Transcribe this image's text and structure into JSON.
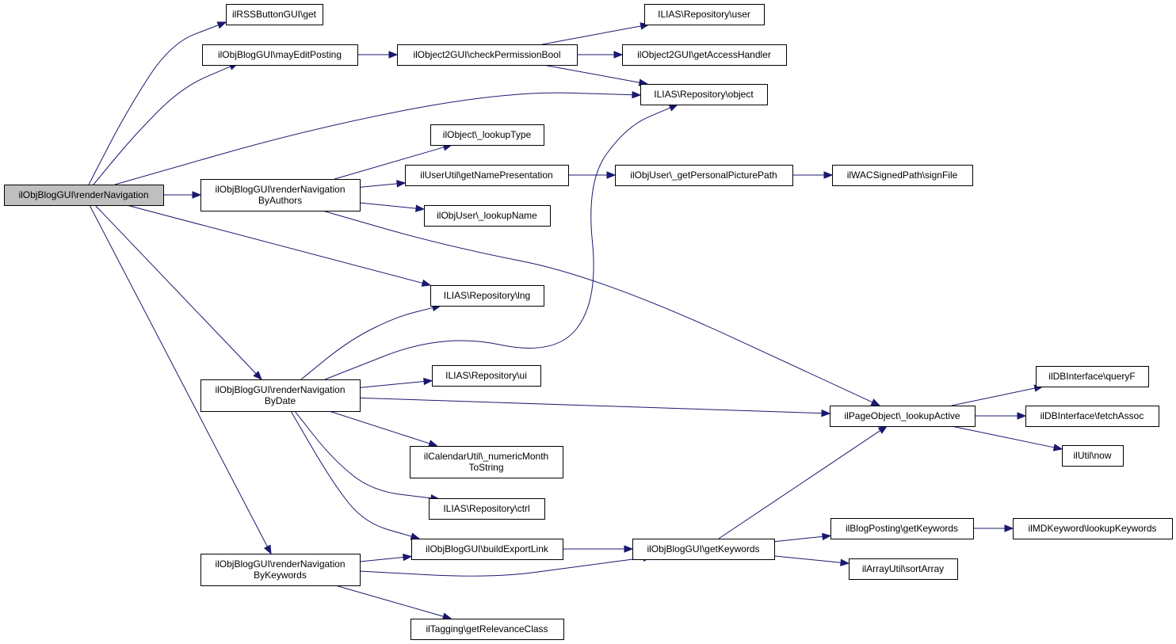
{
  "diagram": {
    "type": "call-graph",
    "colors": {
      "edge": "#191970",
      "root_fill": "#bfbfbf",
      "node_fill": "#ffffff",
      "border": "#000000"
    },
    "nodes": [
      {
        "id": "root",
        "lines": [
          "ilObjBlogGUI\\renderNavigation"
        ],
        "root": true
      },
      {
        "id": "rssget",
        "lines": [
          "ilRSSButtonGUI\\get"
        ]
      },
      {
        "id": "mayedit",
        "lines": [
          "ilObjBlogGUI\\mayEditPosting"
        ]
      },
      {
        "id": "checkperm",
        "lines": [
          "ilObject2GUI\\checkPermissionBool"
        ]
      },
      {
        "id": "repuser",
        "lines": [
          "ILIAS\\Repository\\user"
        ]
      },
      {
        "id": "accesshand",
        "lines": [
          "ilObject2GUI\\getAccessHandler"
        ]
      },
      {
        "id": "repobject",
        "lines": [
          "ILIAS\\Repository\\object"
        ]
      },
      {
        "id": "lookuptype",
        "lines": [
          "ilObject\\_lookupType"
        ]
      },
      {
        "id": "byauthors",
        "lines": [
          "ilObjBlogGUI\\renderNavigation",
          "ByAuthors"
        ]
      },
      {
        "id": "namepres",
        "lines": [
          "ilUserUtil\\getNamePresentation"
        ]
      },
      {
        "id": "picpath",
        "lines": [
          "ilObjUser\\_getPersonalPicturePath"
        ]
      },
      {
        "id": "signfile",
        "lines": [
          "ilWACSignedPath\\signFile"
        ]
      },
      {
        "id": "lookupname",
        "lines": [
          "ilObjUser\\_lookupName"
        ]
      },
      {
        "id": "replng",
        "lines": [
          "ILIAS\\Repository\\lng"
        ]
      },
      {
        "id": "bydate",
        "lines": [
          "ilObjBlogGUI\\renderNavigation",
          "ByDate"
        ]
      },
      {
        "id": "repui",
        "lines": [
          "ILIAS\\Repository\\ui"
        ]
      },
      {
        "id": "queryf",
        "lines": [
          "ilDBInterface\\queryF"
        ]
      },
      {
        "id": "lookupactive",
        "lines": [
          "ilPageObject\\_lookupActive"
        ]
      },
      {
        "id": "fetchassoc",
        "lines": [
          "ilDBInterface\\fetchAssoc"
        ]
      },
      {
        "id": "nummonth",
        "lines": [
          "ilCalendarUtil\\_numericMonth",
          "ToString"
        ]
      },
      {
        "id": "utilnow",
        "lines": [
          "ilUtil\\now"
        ]
      },
      {
        "id": "repctrl",
        "lines": [
          "ILIAS\\Repository\\ctrl"
        ]
      },
      {
        "id": "postkw",
        "lines": [
          "ilBlogPosting\\getKeywords"
        ]
      },
      {
        "id": "mdkw",
        "lines": [
          "ilMDKeyword\\lookupKeywords"
        ]
      },
      {
        "id": "exportlink",
        "lines": [
          "ilObjBlogGUI\\buildExportLink"
        ]
      },
      {
        "id": "getkw",
        "lines": [
          "ilObjBlogGUI\\getKeywords"
        ]
      },
      {
        "id": "bykeywords",
        "lines": [
          "ilObjBlogGUI\\renderNavigation",
          "ByKeywords"
        ]
      },
      {
        "id": "sortarray",
        "lines": [
          "ilArrayUtil\\sortArray"
        ]
      },
      {
        "id": "relclass",
        "lines": [
          "ilTagging\\getRelevanceClass"
        ]
      }
    ],
    "edges": [
      [
        "root",
        "rssget"
      ],
      [
        "root",
        "mayedit"
      ],
      [
        "root",
        "repobject"
      ],
      [
        "root",
        "byauthors"
      ],
      [
        "root",
        "replng"
      ],
      [
        "root",
        "bydate"
      ],
      [
        "root",
        "bykeywords"
      ],
      [
        "mayedit",
        "checkperm"
      ],
      [
        "checkperm",
        "repuser"
      ],
      [
        "checkperm",
        "accesshand"
      ],
      [
        "checkperm",
        "repobject"
      ],
      [
        "byauthors",
        "lookuptype"
      ],
      [
        "byauthors",
        "namepres"
      ],
      [
        "byauthors",
        "lookupname"
      ],
      [
        "byauthors",
        "lookupactive"
      ],
      [
        "namepres",
        "picpath"
      ],
      [
        "picpath",
        "signfile"
      ],
      [
        "bydate",
        "replng"
      ],
      [
        "bydate",
        "repobject"
      ],
      [
        "bydate",
        "repui"
      ],
      [
        "bydate",
        "lookupactive"
      ],
      [
        "bydate",
        "nummonth"
      ],
      [
        "bydate",
        "repctrl"
      ],
      [
        "bydate",
        "exportlink"
      ],
      [
        "lookupactive",
        "queryf"
      ],
      [
        "lookupactive",
        "fetchassoc"
      ],
      [
        "lookupactive",
        "utilnow"
      ],
      [
        "bykeywords",
        "exportlink"
      ],
      [
        "bykeywords",
        "getkw"
      ],
      [
        "bykeywords",
        "relclass"
      ],
      [
        "exportlink",
        "getkw"
      ],
      [
        "getkw",
        "lookupactive"
      ],
      [
        "getkw",
        "postkw"
      ],
      [
        "getkw",
        "sortarray"
      ],
      [
        "postkw",
        "mdkw"
      ]
    ]
  }
}
